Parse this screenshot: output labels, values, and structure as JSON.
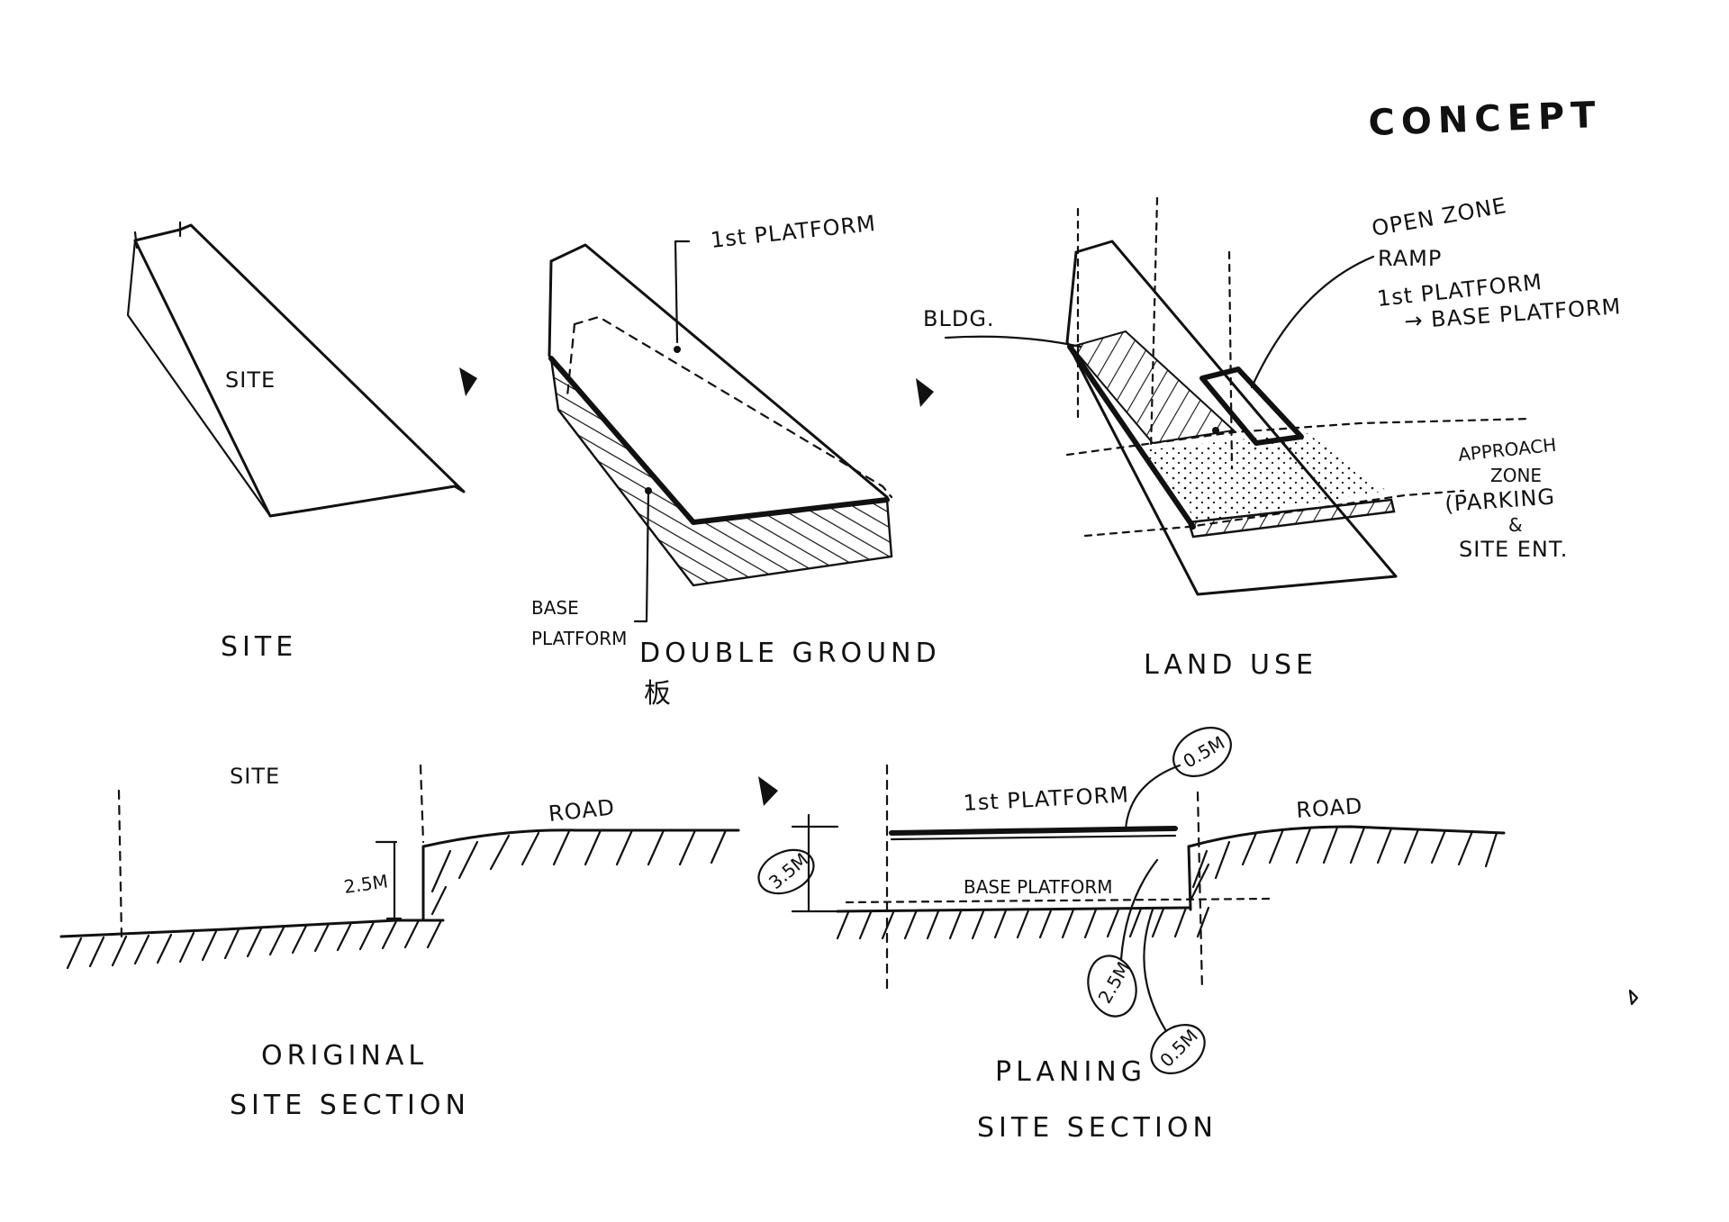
{
  "title": "CONCEPT",
  "diagrams": {
    "site": {
      "label": "SITE",
      "caption": "SITE"
    },
    "double_ground": {
      "label_top": "1st PLATFORM",
      "label_bottom_line1": "BASE",
      "label_bottom_line2": "PLATFORM",
      "caption": "DOUBLE GROUND",
      "caption_char": "板"
    },
    "land_use": {
      "bldg_label": "BLDG.",
      "notes": [
        "OPEN ZONE",
        "RAMP",
        "1st PLATFORM",
        "→ BASE PLATFORM"
      ],
      "approach": [
        "APPROACH",
        "ZONE",
        "(PARKING",
        "&",
        "SITE ENT."
      ],
      "caption": "LAND USE"
    },
    "original_section": {
      "site_label": "SITE",
      "road_label": "ROAD",
      "dimension": "2.5M",
      "caption_line1": "ORIGINAL",
      "caption_line2": "SITE SECTION"
    },
    "planning_section": {
      "platform_top": "1st PLATFORM",
      "platform_base": "BASE PLATFORM",
      "road_label": "ROAD",
      "dim_height": "3.5M",
      "dim_top": "0.5M",
      "dim_mid": "2.5M",
      "dim_bottom": "0.5M",
      "caption_line1": "PLANING",
      "caption_line2": "SITE SECTION"
    }
  }
}
